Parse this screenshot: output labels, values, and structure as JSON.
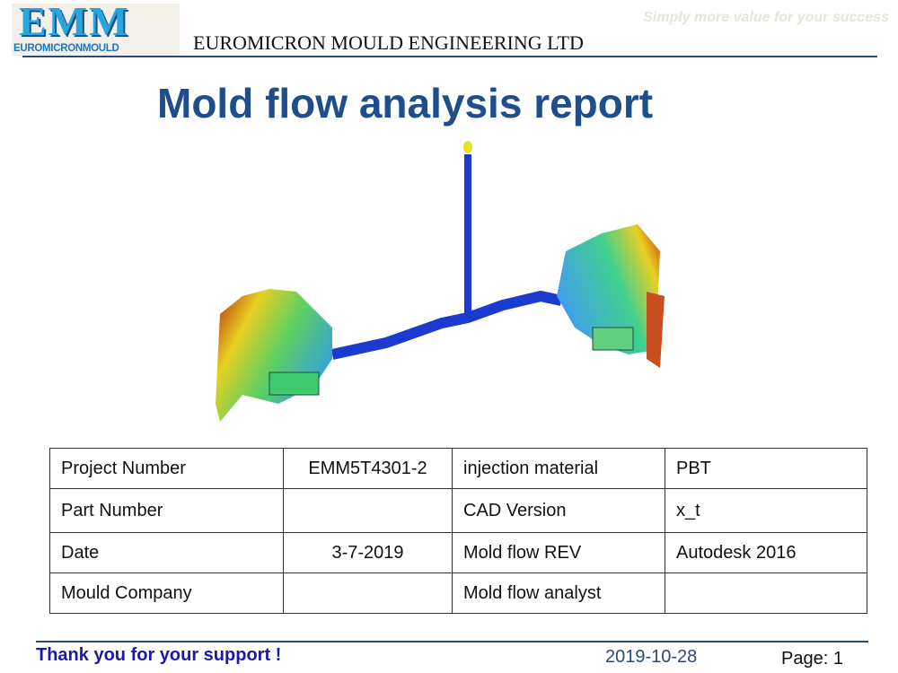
{
  "header": {
    "logo_text": "EMM",
    "logo_subtext": "EUROMICRONMOULD",
    "company": "EUROMICRON MOULD  ENGINEERING LTD",
    "slogan": "Simply  more value for your success"
  },
  "title": "Mold flow analysis report",
  "table": {
    "rows": [
      [
        "Project Number",
        "EMM5T4301-2",
        "injection material",
        "PBT"
      ],
      [
        "Part Number",
        "",
        "CAD Version",
        "x_t"
      ],
      [
        "Date",
        "3-7-2019",
        "Mold flow REV",
        "Autodesk 2016"
      ],
      [
        "Mould Company",
        "",
        "Mold flow analyst",
        ""
      ]
    ]
  },
  "footer": {
    "thanks": "Thank you for your support !",
    "date": "2019-10-28",
    "page": "Page: 1"
  }
}
